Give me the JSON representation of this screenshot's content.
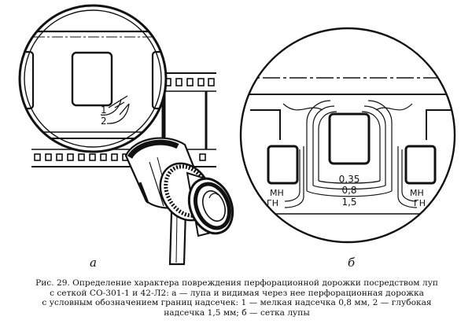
{
  "figure": {
    "panel_a": {
      "letter": "а",
      "labels": [
        "1",
        "2"
      ]
    },
    "panel_b": {
      "letter": "б",
      "depths": [
        "0,35",
        "0,8",
        "1,5"
      ],
      "left_marks": [
        "МН",
        "ГН"
      ],
      "right_marks": [
        "МН",
        "ГН"
      ]
    }
  },
  "caption": {
    "lines": [
      "Рис. 29. Определение характера повреждения перфорационной дорожки посредством луп",
      "с сеткой СО-301-1 и 42-Л2: а — лупа и видимая через нее перфорационная дорожка",
      "с условным обозначением границ надсечек: 1 — мелкая надсечка 0,8 мм, 2 — глубокая",
      "надсечка 1,5 мм; б — сетка лупы"
    ]
  }
}
